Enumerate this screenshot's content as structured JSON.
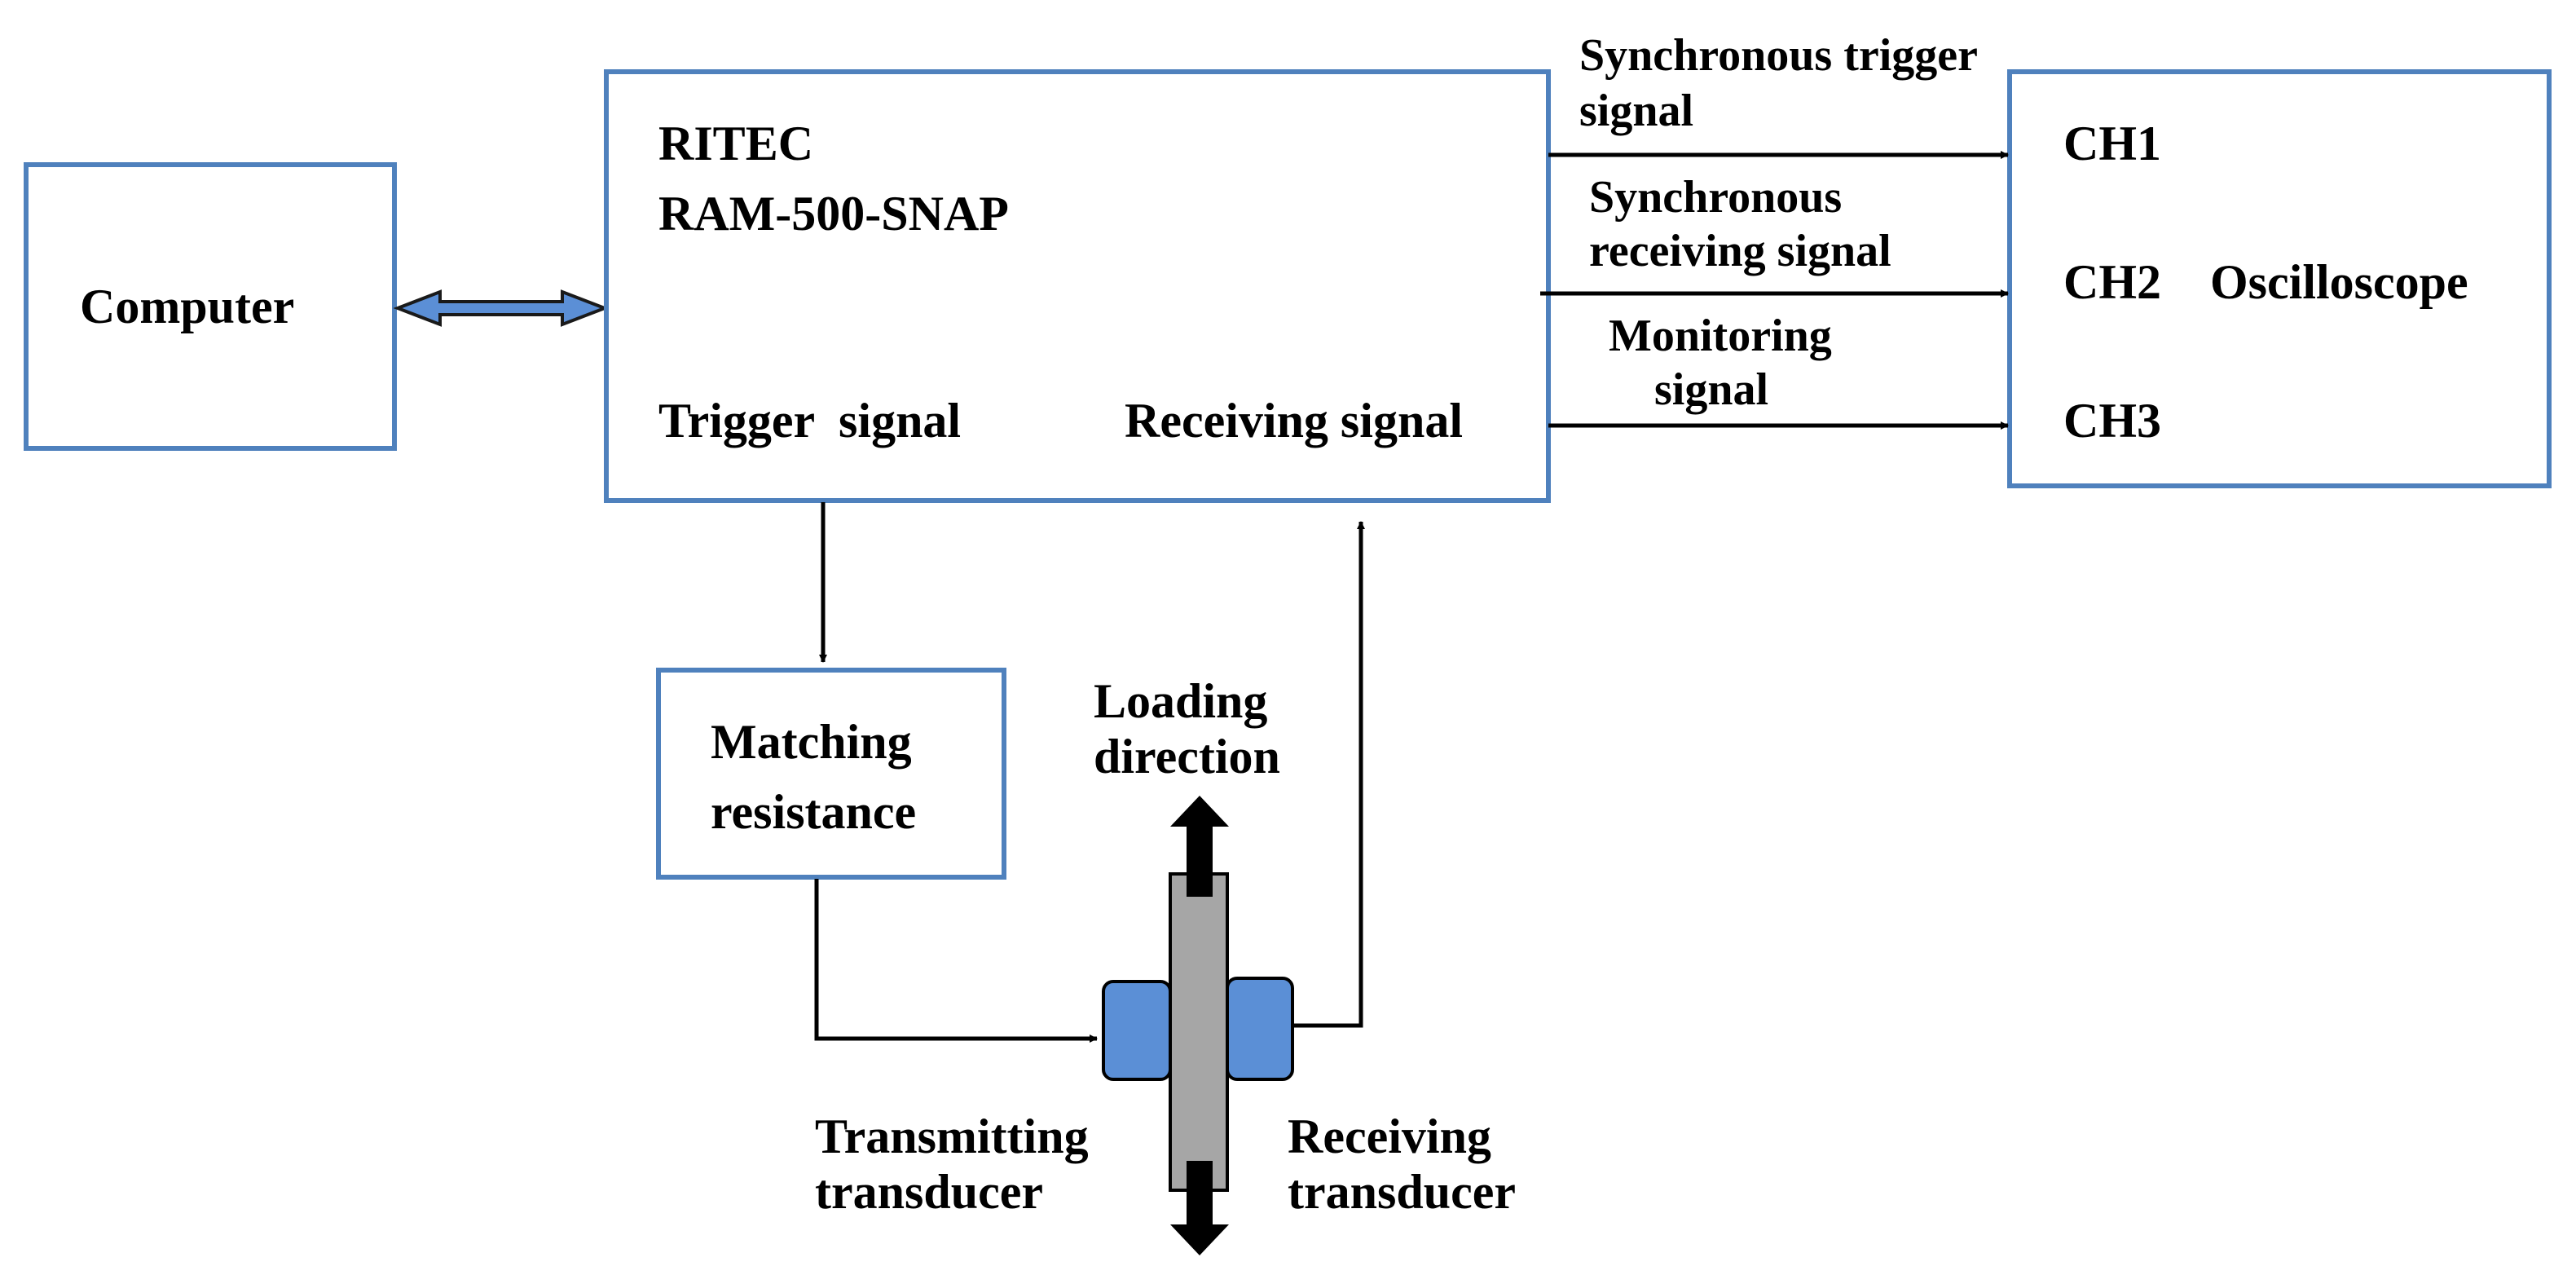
{
  "colors": {
    "box_border": "#4f81bd",
    "transducer_fill": "#5b8fd6",
    "specimen_fill": "#a6a6a6",
    "line": "#000000"
  },
  "computer": {
    "label": "Computer"
  },
  "ritec": {
    "name_line1": "RITEC",
    "name_line2": "RAM-500-SNAP",
    "trigger_label": "Trigger  signal",
    "receiving_label": "Receiving signal"
  },
  "oscilloscope": {
    "title": "Oscilloscope",
    "channels": [
      "CH1",
      "CH2",
      "CH3"
    ]
  },
  "signals": {
    "sync_trigger_line1": "Synchronous trigger",
    "sync_trigger_line2": "signal",
    "sync_receiving_line1": "Synchronous",
    "sync_receiving_line2": "receiving signal",
    "monitoring_line1": "Monitoring",
    "monitoring_line2": "signal"
  },
  "matching": {
    "line1": "Matching",
    "line2": "resistance"
  },
  "loading": {
    "line1": "Loading",
    "line2": "direction"
  },
  "transmitting": {
    "line1": "Transmitting",
    "line2": "transducer"
  },
  "receiving_transducer": {
    "line1": "Receiving",
    "line2": "transducer"
  }
}
